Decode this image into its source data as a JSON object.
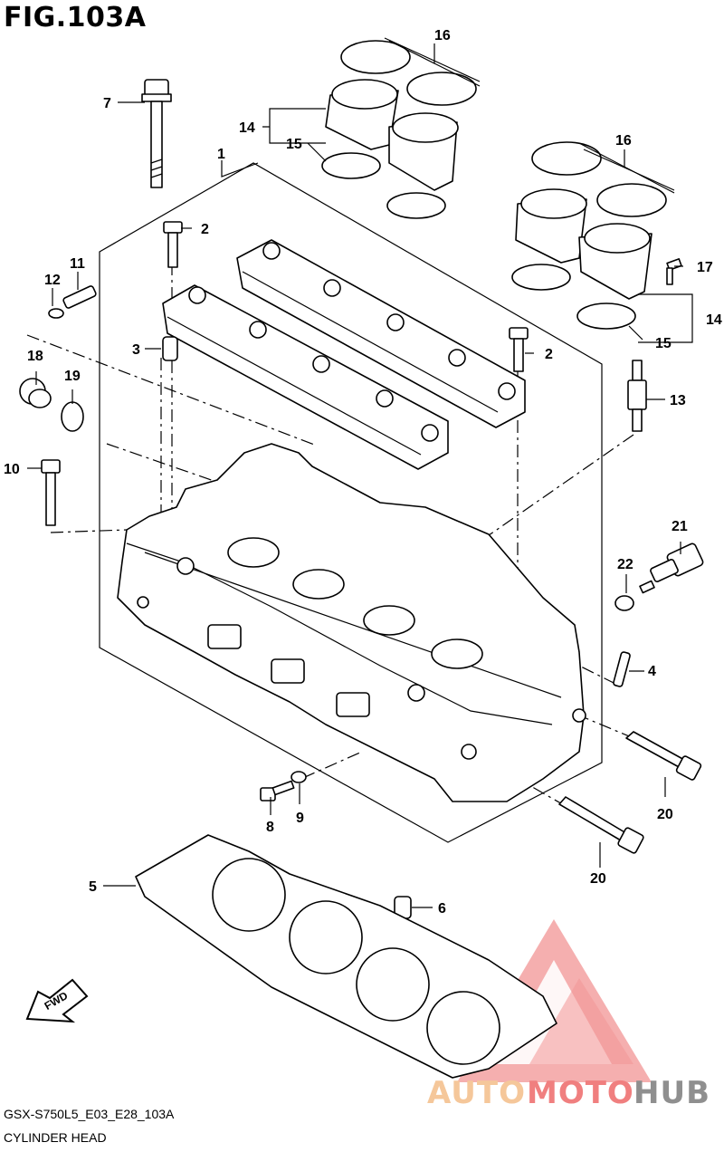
{
  "figure": {
    "title": "FIG.103A",
    "model_code": "GSX-S750L5_E03_E28_103A",
    "caption": "CYLINDER HEAD",
    "fwd_label": "FWD"
  },
  "callouts": [
    {
      "id": "c1",
      "label": "1"
    },
    {
      "id": "c2a",
      "label": "2"
    },
    {
      "id": "c2b",
      "label": "2"
    },
    {
      "id": "c3",
      "label": "3"
    },
    {
      "id": "c4",
      "label": "4"
    },
    {
      "id": "c5",
      "label": "5"
    },
    {
      "id": "c6",
      "label": "6"
    },
    {
      "id": "c7",
      "label": "7"
    },
    {
      "id": "c8",
      "label": "8"
    },
    {
      "id": "c9",
      "label": "9"
    },
    {
      "id": "c10",
      "label": "10"
    },
    {
      "id": "c11",
      "label": "11"
    },
    {
      "id": "c12",
      "label": "12"
    },
    {
      "id": "c13",
      "label": "13"
    },
    {
      "id": "c14a",
      "label": "14"
    },
    {
      "id": "c14b",
      "label": "14"
    },
    {
      "id": "c15a",
      "label": "15"
    },
    {
      "id": "c15b",
      "label": "15"
    },
    {
      "id": "c16a",
      "label": "16"
    },
    {
      "id": "c16b",
      "label": "16"
    },
    {
      "id": "c17",
      "label": "17"
    },
    {
      "id": "c18",
      "label": "18"
    },
    {
      "id": "c19",
      "label": "19"
    },
    {
      "id": "c20a",
      "label": "20"
    },
    {
      "id": "c20b",
      "label": "20"
    },
    {
      "id": "c21",
      "label": "21"
    },
    {
      "id": "c22",
      "label": "22"
    }
  ],
  "watermark": {
    "part1": "AUTO",
    "part2": "MOTO",
    "part3": "HUB",
    "colors": {
      "auto": "#f5c79a",
      "moto": "#f07f7f",
      "hub": "#8f8f8f",
      "triangle": "#f08a8a"
    }
  }
}
